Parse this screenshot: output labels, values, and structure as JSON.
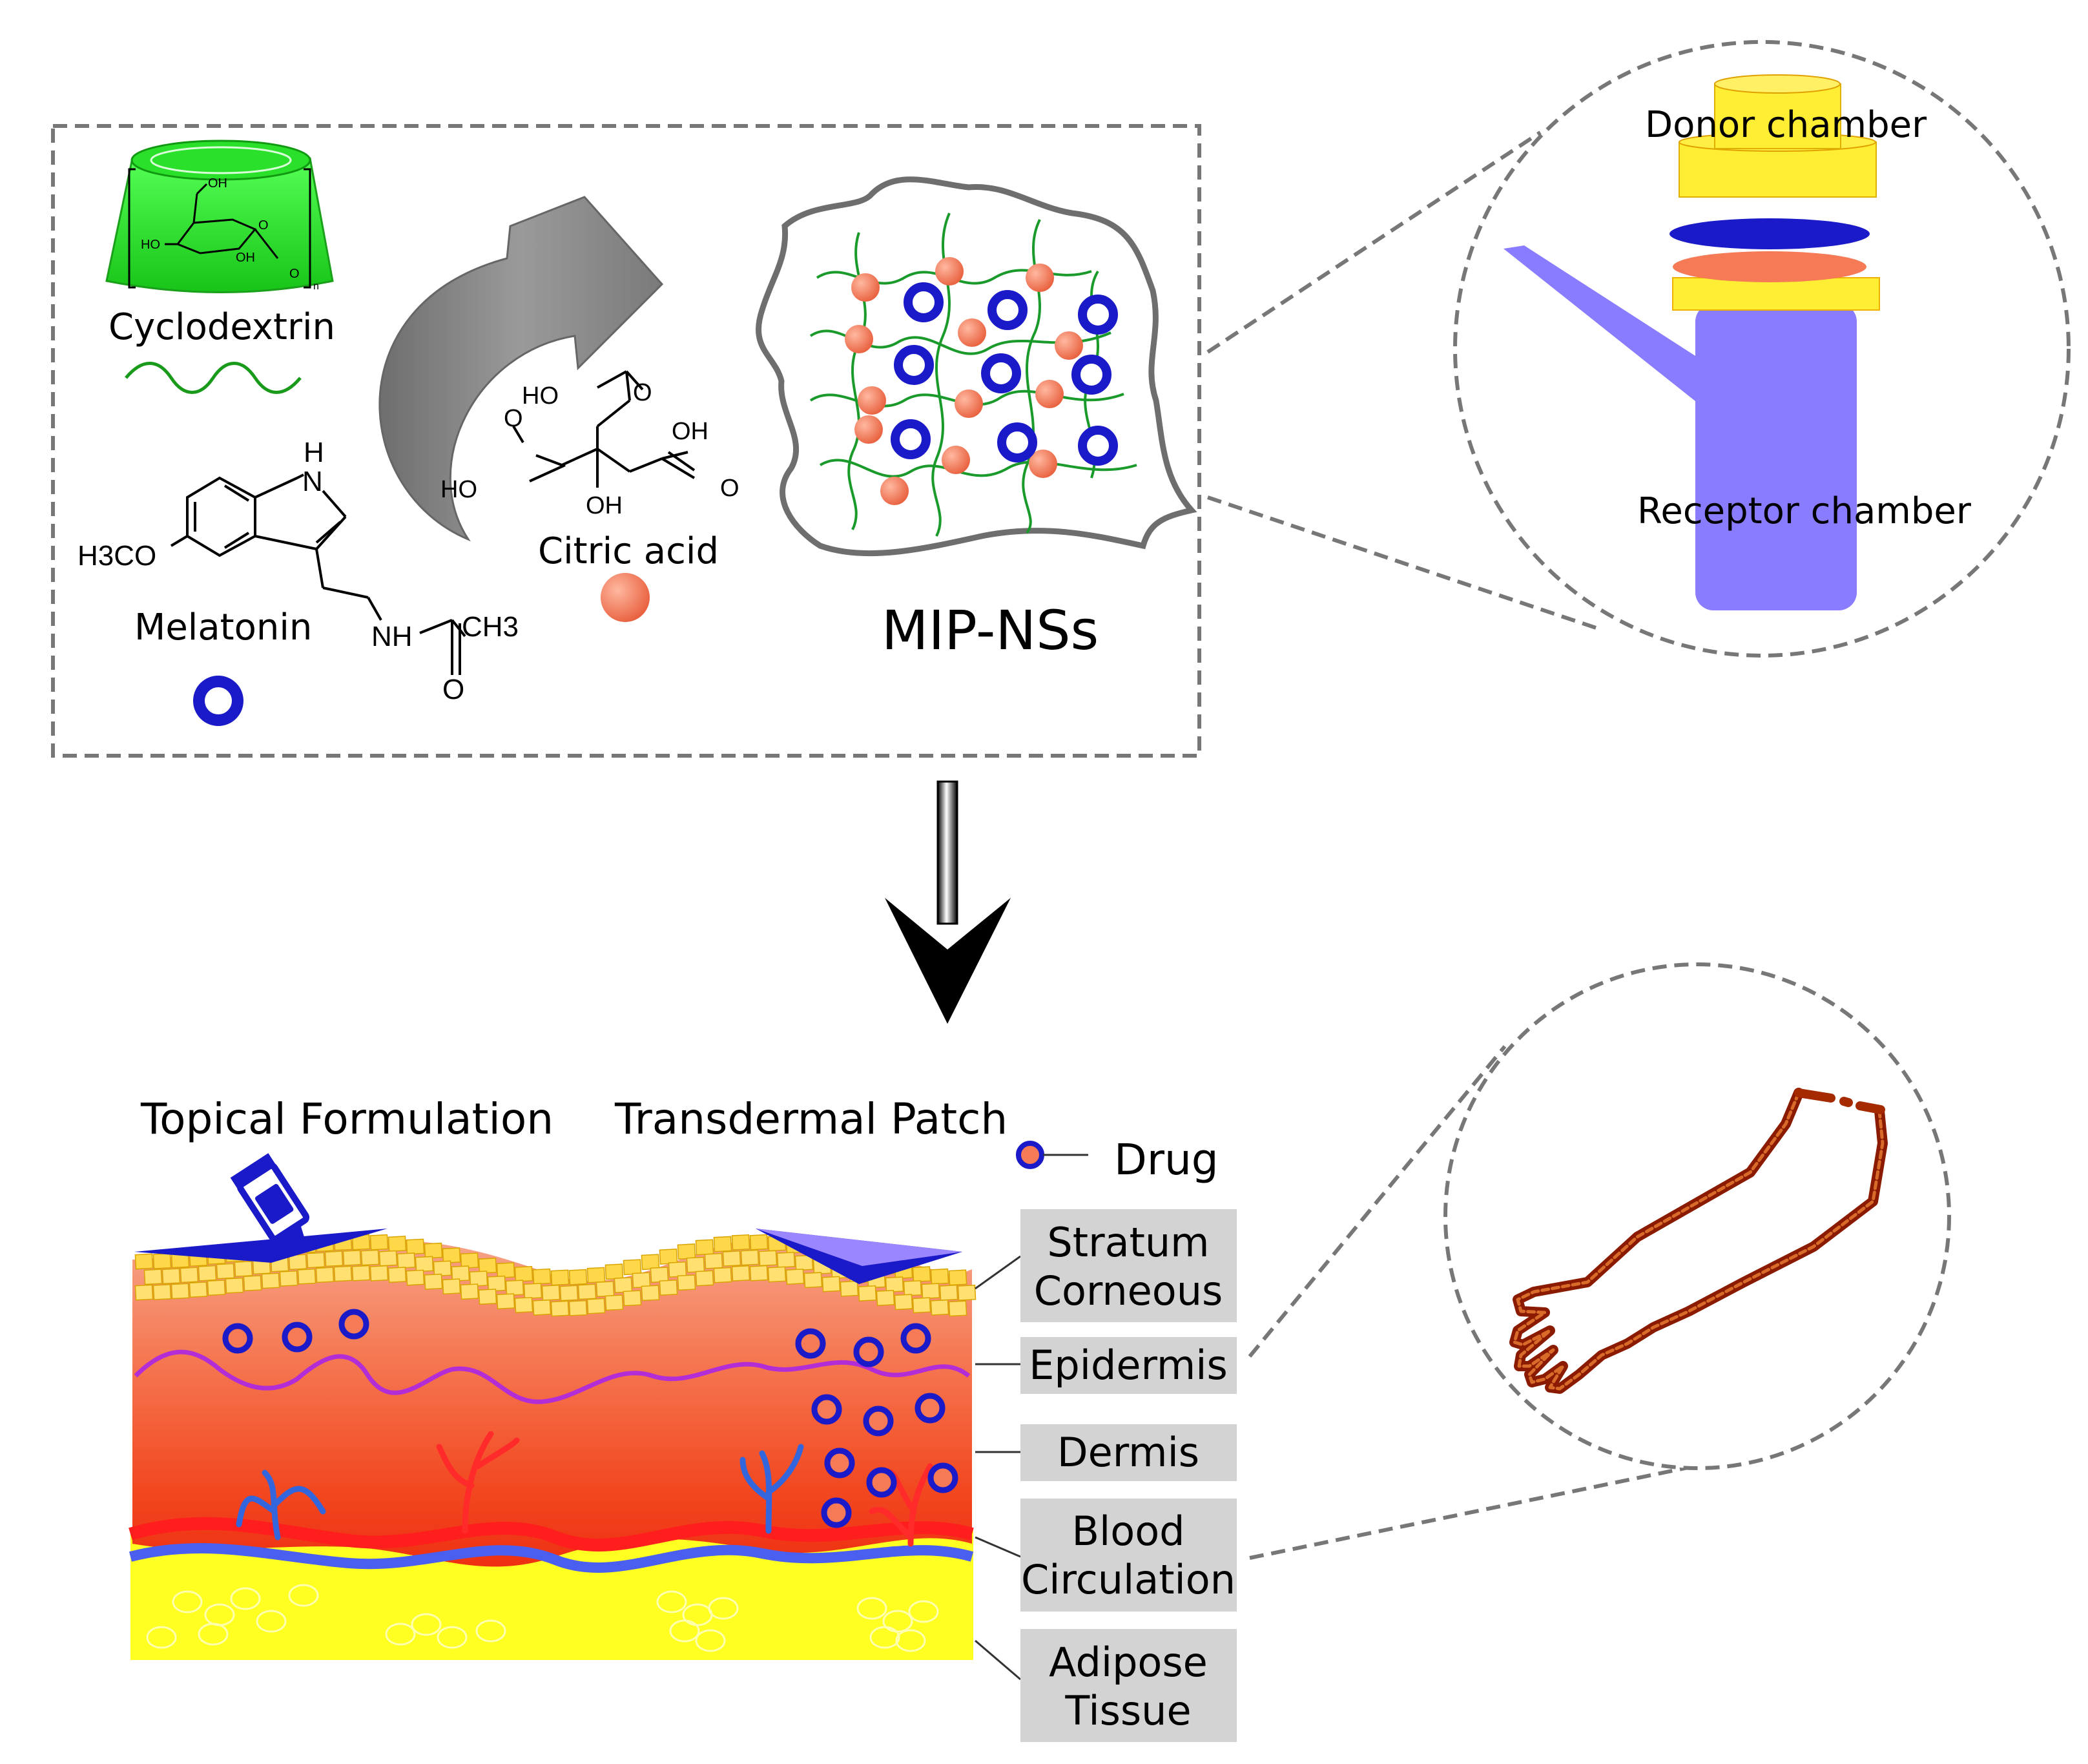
{
  "top_panel": {
    "cyclodextrin_label": "Cyclodextrin",
    "cyclodextrin_atoms": {
      "oh_top": "OH",
      "ho_left": "HO",
      "oh_bottom": "OH",
      "o_ring": "O",
      "o_link": "O",
      "n_sub": "n"
    },
    "melatonin_label": "Melatonin",
    "melatonin_atoms": {
      "nh_top": "H",
      "n_ring": "N",
      "h3co": "H3CO",
      "nh": "NH",
      "ch3": "CH3",
      "o": "O"
    },
    "citric_label": "Citric acid",
    "citric_atoms": {
      "ho_top": "HO",
      "o_top": "O",
      "oh_right": "OH",
      "o_left": "O",
      "ho_left": "HO",
      "oh_mid": "OH",
      "o_right": "O"
    },
    "product_label": "MIP-NSs"
  },
  "franz_cell": {
    "donor_label": "Donor chamber",
    "receptor_label": "Receptor chamber"
  },
  "skin_panel": {
    "topical_label": "Topical Formulation",
    "patch_label": "Transdermal Patch",
    "legend_drug": "Drug",
    "layers": [
      {
        "line1": "Stratum",
        "line2": "Corneous"
      },
      {
        "line1": "Epidermis",
        "line2": ""
      },
      {
        "line1": "Dermis",
        "line2": ""
      },
      {
        "line1": "Blood",
        "line2": "Circulation"
      },
      {
        "line1": "Adipose",
        "line2": "Tissue"
      }
    ]
  },
  "colors": {
    "cyclodextrin_green": "#22dd22",
    "melatonin_blue": "#1a1ac8",
    "citric_orange": "#f2785a",
    "receptor_purple": "#8a7cff",
    "donor_yellow": "#ffee33",
    "dashed_gray": "#777777",
    "layer_box_gray": "#d3d3d3"
  }
}
